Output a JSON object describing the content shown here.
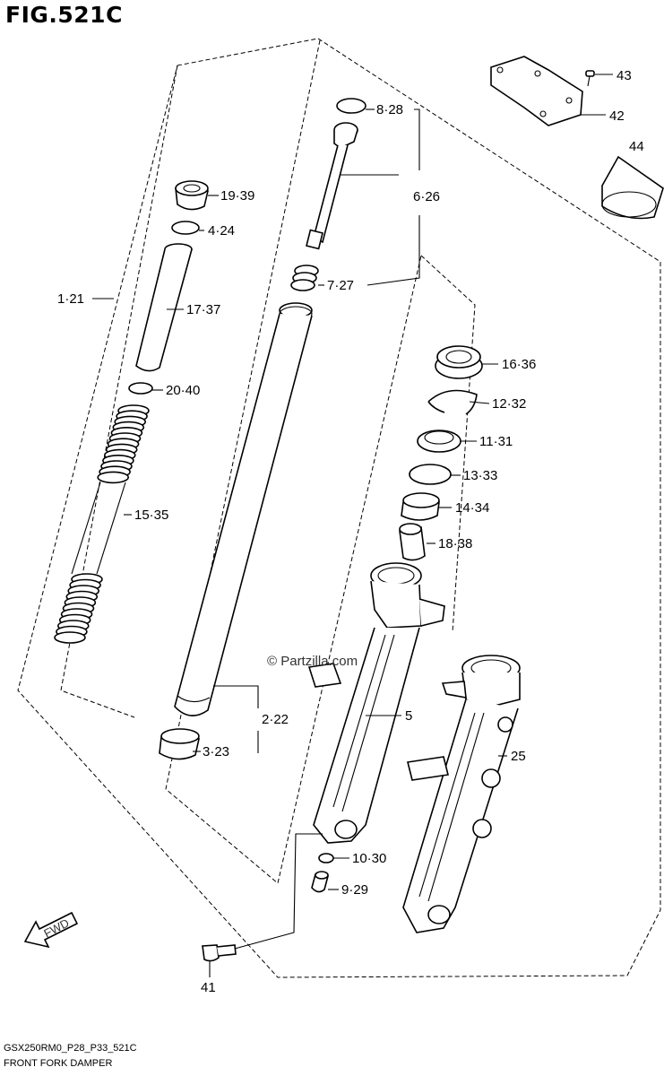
{
  "figure": {
    "title": "FIG.521C",
    "watermark": "© Partzilla.com",
    "code": "GSX250RM0_P28_P33_521C",
    "caption": "FRONT FORK DAMPER",
    "fwd_label": "FWD"
  },
  "callouts": {
    "c1_21": "1·21",
    "c2_22": "2·22",
    "c3_23": "3·23",
    "c4_24": "4·24",
    "c5": "5",
    "c6_26": "6·26",
    "c7_27": "7·27",
    "c8_28": "8·28",
    "c9_29": "9·29",
    "c10_30": "10·30",
    "c11_31": "11·31",
    "c12_32": "12·32",
    "c13_33": "13·33",
    "c14_34": "14·34",
    "c15_35": "15·35",
    "c16_36": "16·36",
    "c17_37": "17·37",
    "c18_38": "18·38",
    "c19_39": "19·39",
    "c20_40": "20·40",
    "c25": "25",
    "c41": "41",
    "c42": "42",
    "c43": "43",
    "c44": "44"
  }
}
